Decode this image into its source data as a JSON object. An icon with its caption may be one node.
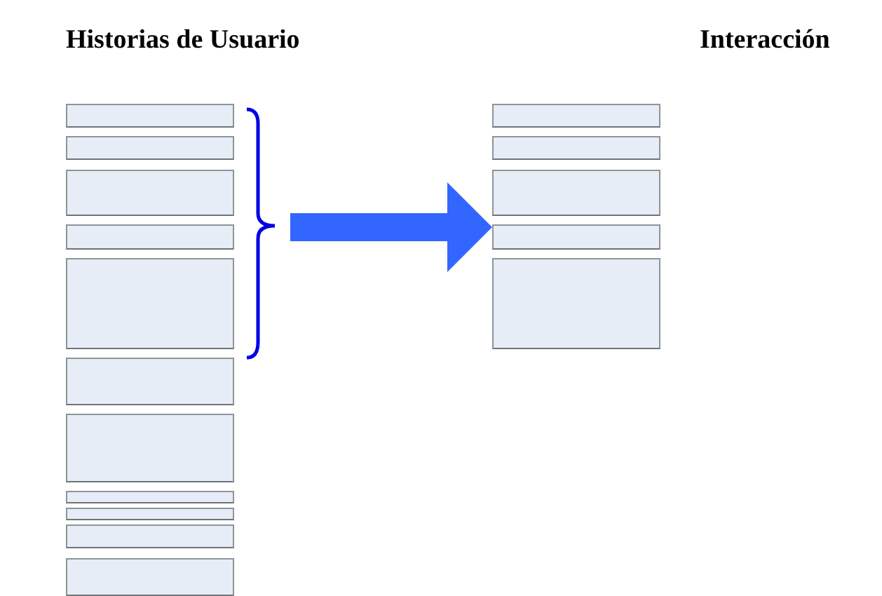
{
  "diagram": {
    "nodes": [
      {
        "text": [],
        "shape": "box"
      },
      {
        "text": [],
        "shape": "box"
      },
      {
        "text": [],
        "shape": "box"
      },
      {
        "text": [],
        "shape": "box"
      },
      {
        "text": [],
        "shape": "box"
      },
      {
        "text": [],
        "shape": "box"
      },
      {
        "text": [],
        "shape": "box"
      },
      {
        "text": [],
        "shape": "box"
      },
      {
        "text": [],
        "shape": "box"
      },
      {
        "text": [],
        "shape": "box"
      },
      {
        "text": [],
        "shape": "box"
      },
      {
        "text": [],
        "shape": "box"
      },
      {
        "text": [],
        "shape": "box"
      },
      {
        "text": [],
        "shape": "box"
      },
      {
        "text": [],
        "shape": "box"
      },
      {
        "text": [],
        "shape": "box"
      }
    ],
    "edges": [
      {
        "from": null,
        "to": 14,
        "arrow": "to"
      }
    ],
    "labels": [
      "Historias de Usuario",
      "Interacción"
    ]
  }
}
